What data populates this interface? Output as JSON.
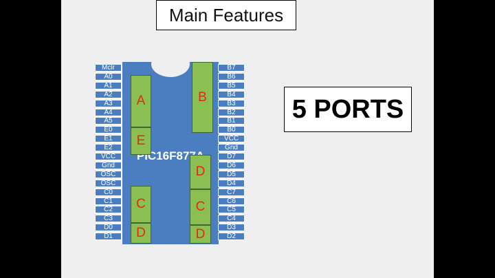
{
  "title": "Main Features",
  "callout": "5 PORTS",
  "chip": {
    "label": "PIC16F877A",
    "left_pins": [
      "Mclr",
      "A0",
      "A1",
      "A2",
      "A3",
      "A4",
      "A5",
      "E0",
      "E1",
      "E2",
      "VCC",
      "Gnd",
      "OSC",
      "OSC",
      "C0",
      "C1",
      "C2",
      "C3",
      "D0",
      "D1"
    ],
    "right_pins": [
      "B7",
      "B6",
      "B5",
      "B4",
      "B3",
      "B2",
      "B1",
      "B0",
      "VCC",
      "Gnd",
      "D7",
      "D6",
      "D5",
      "D4",
      "C7",
      "C6",
      "C5",
      "C4",
      "D3",
      "D2"
    ],
    "port_blocks": [
      "A",
      "E",
      "C",
      "D",
      "B",
      "D",
      "C",
      "D"
    ]
  },
  "colors": {
    "chip": "#4a7ec0",
    "block": "#8bbf52",
    "block_text": "#e8241c"
  }
}
